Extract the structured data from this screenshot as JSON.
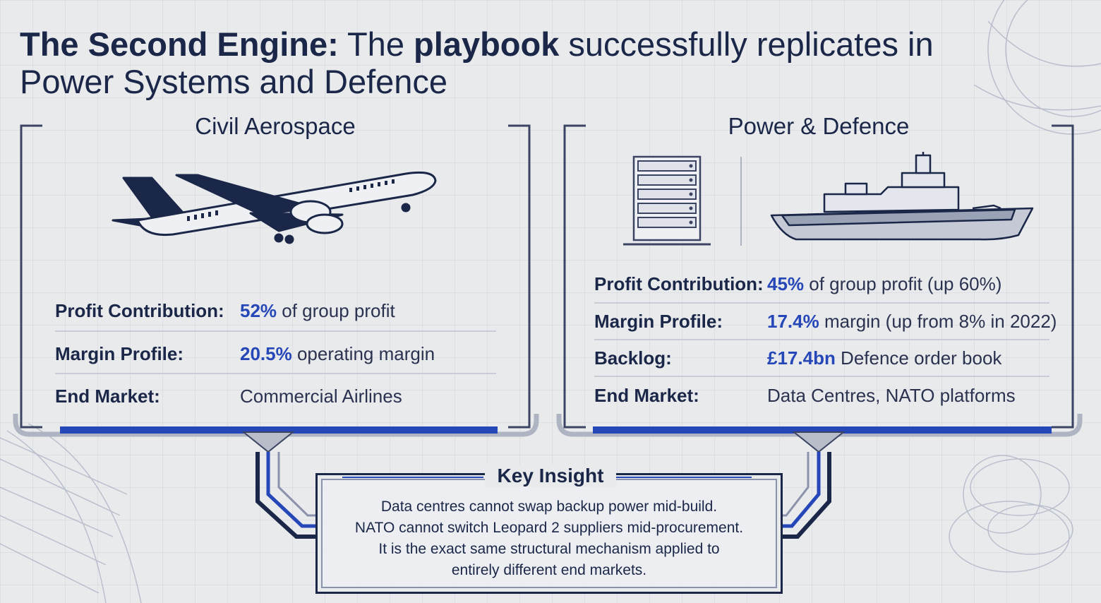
{
  "title": {
    "bold1": "The Second Engine:",
    "normal1": " The ",
    "bold2": "playbook",
    "normal2": " successfully replicates in Power Systems and Defence"
  },
  "civil": {
    "title": "Civil Aerospace",
    "rows": [
      {
        "label": "Profit Contribution:",
        "highlight": "52%",
        "value": " of group profit"
      },
      {
        "label": "Margin Profile:",
        "highlight": "20.5%",
        "value": " operating margin"
      },
      {
        "label": "End Market:",
        "highlight": "",
        "value": "Commercial Airlines"
      }
    ]
  },
  "power": {
    "title": "Power & Defence",
    "rows": [
      {
        "label": "Profit Contribution:",
        "highlight": "45%",
        "value": " of group profit (up 60%)"
      },
      {
        "label": "Margin Profile:",
        "highlight": "17.4%",
        "value": " margin (up from 8% in 2022)"
      },
      {
        "label": "Backlog:",
        "highlight": "£17.4bn",
        "value": " Defence order book"
      },
      {
        "label": "End Market:",
        "highlight": "",
        "value": "Data Centres, NATO platforms"
      }
    ]
  },
  "insight": {
    "title": "Key Insight",
    "lines": [
      "Data centres cannot swap backup power mid-build.",
      "NATO cannot switch Leopard 2 suppliers mid-procurement.",
      "It is the exact same structural mechanism applied to",
      "entirely different end markets."
    ]
  },
  "colors": {
    "navy": "#1b2748",
    "accent_blue": "#2547b8",
    "background": "#e9eaec"
  },
  "icons": [
    "airplane-icon",
    "server-rack-icon",
    "warship-icon"
  ]
}
